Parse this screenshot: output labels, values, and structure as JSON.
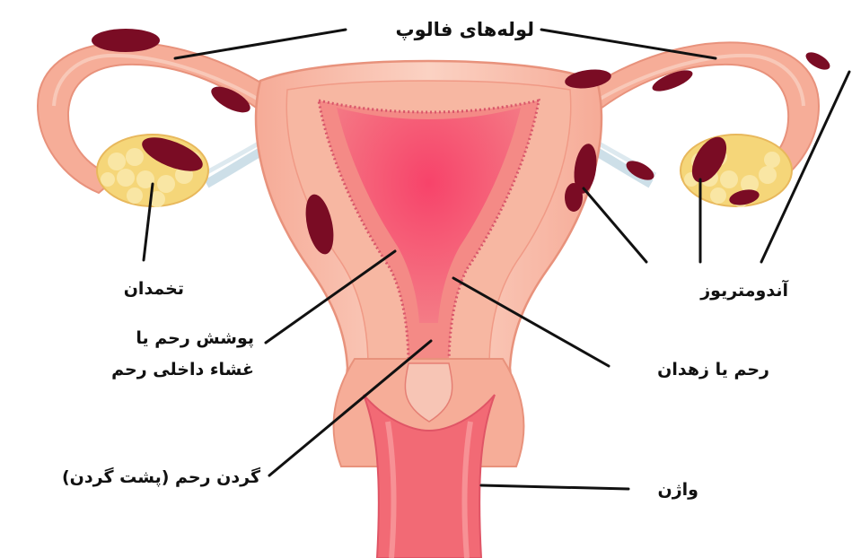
{
  "labels": {
    "fallopian_tubes": "لوله‌های فالوپ",
    "ovary": "تخمدان",
    "endometriosis": "آندومتریوز",
    "endometrium_line1": "پوشش رحم یا",
    "endometrium_line2": "غشاء داخلی رحم",
    "uterus": "رحم یا زهدان",
    "cervix": "گردن رحم (پشت گردن)",
    "vagina": "واژن"
  },
  "colors": {
    "outer_tissue": "#f7b8a4",
    "outline": "#e8927c",
    "cavity": "#f25c6e",
    "lesion": "#7a0c24",
    "ovary_follicle": "#f6e08a",
    "ligament": "#cfe2ea",
    "leader_line": "#111111"
  }
}
